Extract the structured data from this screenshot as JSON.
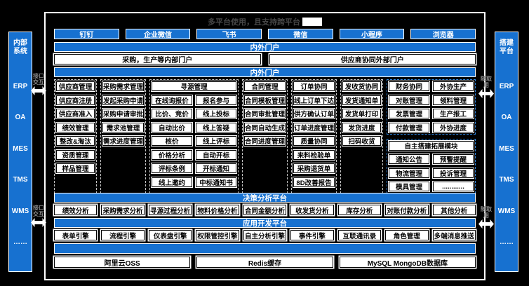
{
  "title": {
    "text": "多平台使用，且支持跨平台"
  },
  "channels": [
    "钉钉",
    "企业微信",
    "飞书",
    "微信",
    "小程序",
    "浏览器"
  ],
  "portal": {
    "bar": "内外门户",
    "items": [
      "采购，生产等内部门户",
      "供应商协同外部门户"
    ]
  },
  "grid": {
    "bar": "内外门户",
    "col_supplier": [
      "供应商管理",
      "供应商注册",
      "供应商准入",
      "绩效管理",
      "整改&淘汰",
      "资质管理",
      "样品管理"
    ],
    "col_demand": [
      "采购需求管理",
      "发起采购申请",
      "采购申请审批",
      "需求池管理",
      "需求进度管理"
    ],
    "sourcing_header": "寻源管理",
    "sourcing_cells": [
      "在线询报价",
      "报名参与",
      "比价、竞价",
      "线上投标",
      "自动比价",
      "线上答疑",
      "核价",
      "线上评标",
      "价格分析",
      "自动开标",
      "评标条例",
      "开标通知",
      "线上邀约",
      "中标通知书"
    ],
    "col_contract": [
      "合同管理",
      "合同模板管理",
      "合同审批管理",
      "合同自动生成",
      "合同进度管理"
    ],
    "col_order": [
      "订单协同",
      "线上订单下达",
      "供方确认订单",
      "订单进度管理",
      "质量协同",
      "来料检验单",
      "采购退货单",
      "8D改善报告"
    ],
    "col_delivery": [
      "发收货协同",
      "发货通知单",
      "发货单打印",
      "发货进度",
      "扫码收货"
    ],
    "finance_cells": [
      "财务协同",
      "外协生产",
      "对账管理",
      "领料管理",
      "发票管理",
      "生产报工",
      "付款管理",
      "外协进度"
    ],
    "custom_header": "自主搭建拓展模块",
    "custom_cells": [
      "通知公告",
      "预警提醒",
      "物流管理",
      "投诉管理",
      "模具管理",
      "............"
    ]
  },
  "decision": {
    "bar": "决策分析平台",
    "items": [
      "绩效分析",
      "采购需求分析",
      "寻源过程分析",
      "物料价格分析",
      "合同金额分析",
      "收发货分析",
      "库存分析",
      "对账付款分析",
      "其他分析"
    ]
  },
  "appdev": {
    "bar": "应用开发平台",
    "items": [
      "表单引擎",
      "流程引擎",
      "仪表盘引擎",
      "权限管控引擎",
      "自主分析引擎",
      "事件引擎",
      "互联通讯录",
      "角色管理",
      "多端消息推送"
    ]
  },
  "infra": {
    "items": [
      "阿里云OSS",
      "Redis缓存",
      "MySQL MongoDB数据库"
    ]
  },
  "left_panel": {
    "header": "内部系统",
    "items": [
      "ERP",
      "OA",
      "MES",
      "TMS",
      "WMS",
      "……"
    ],
    "connector_label": "接口交互"
  },
  "right_panel": {
    "header": "搭建平台",
    "items": [
      "ERP",
      "OA",
      "MES",
      "TMS",
      "WMS",
      "……"
    ],
    "connector_label": "随取用"
  },
  "colors": {
    "accent_blue": "#1771d0",
    "background": "#000000",
    "dashed_highlight": "#2e86e0"
  }
}
